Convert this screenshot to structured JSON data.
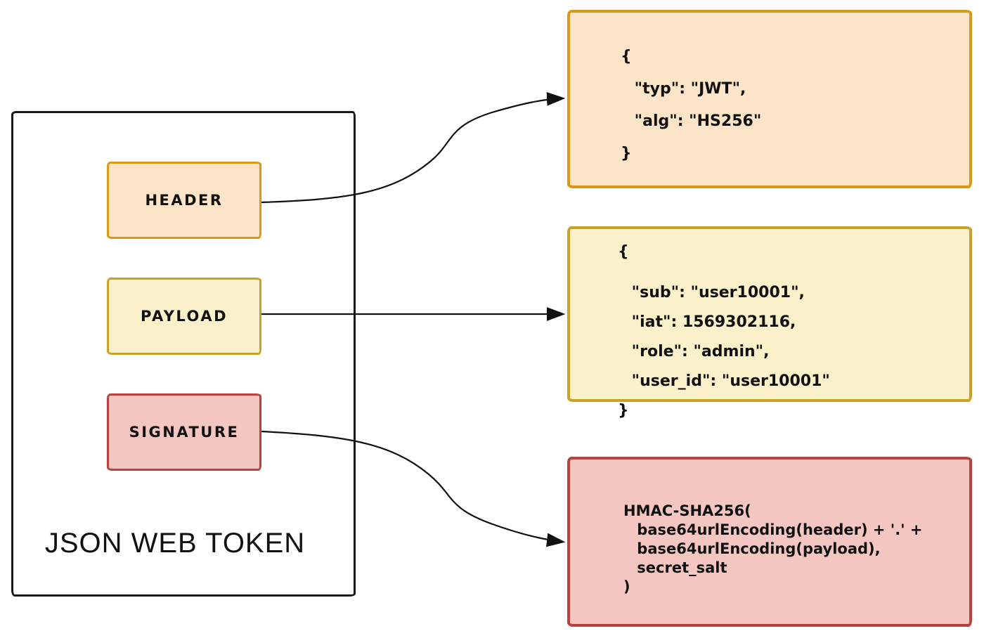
{
  "diagram": {
    "title": "JSON WEB TOKEN",
    "blocks": {
      "header_label": "HEADER",
      "payload_label": "PAYLOAD",
      "signature_label": "SIGNATURE"
    },
    "header_detail": {
      "lines": [
        "{",
        "\"typ\": \"JWT\",",
        "\"alg\": \"HS256\"",
        "}"
      ]
    },
    "payload_detail": {
      "lines": [
        "{",
        "\"sub\": \"user10001\",",
        "\"iat\": 1569302116,",
        "\"role\": \"admin\",",
        "\"user_id\": \"user10001\"",
        "}"
      ]
    },
    "signature_detail": {
      "lines": [
        "HMAC-SHA256(",
        "base64urlEncoding(header) + '.' +",
        "base64urlEncoding(payload),",
        "secret_salt",
        ")"
      ]
    },
    "colors": {
      "outline": "#1a1a1a",
      "header_border": "#D8991B",
      "header_fill": "#FBE4C7",
      "payload_border": "#C9A22B",
      "payload_fill": "#FAF0CA",
      "signature_border": "#B8433E",
      "signature_fill": "#F3C6C2",
      "arrow": "#111111"
    }
  }
}
